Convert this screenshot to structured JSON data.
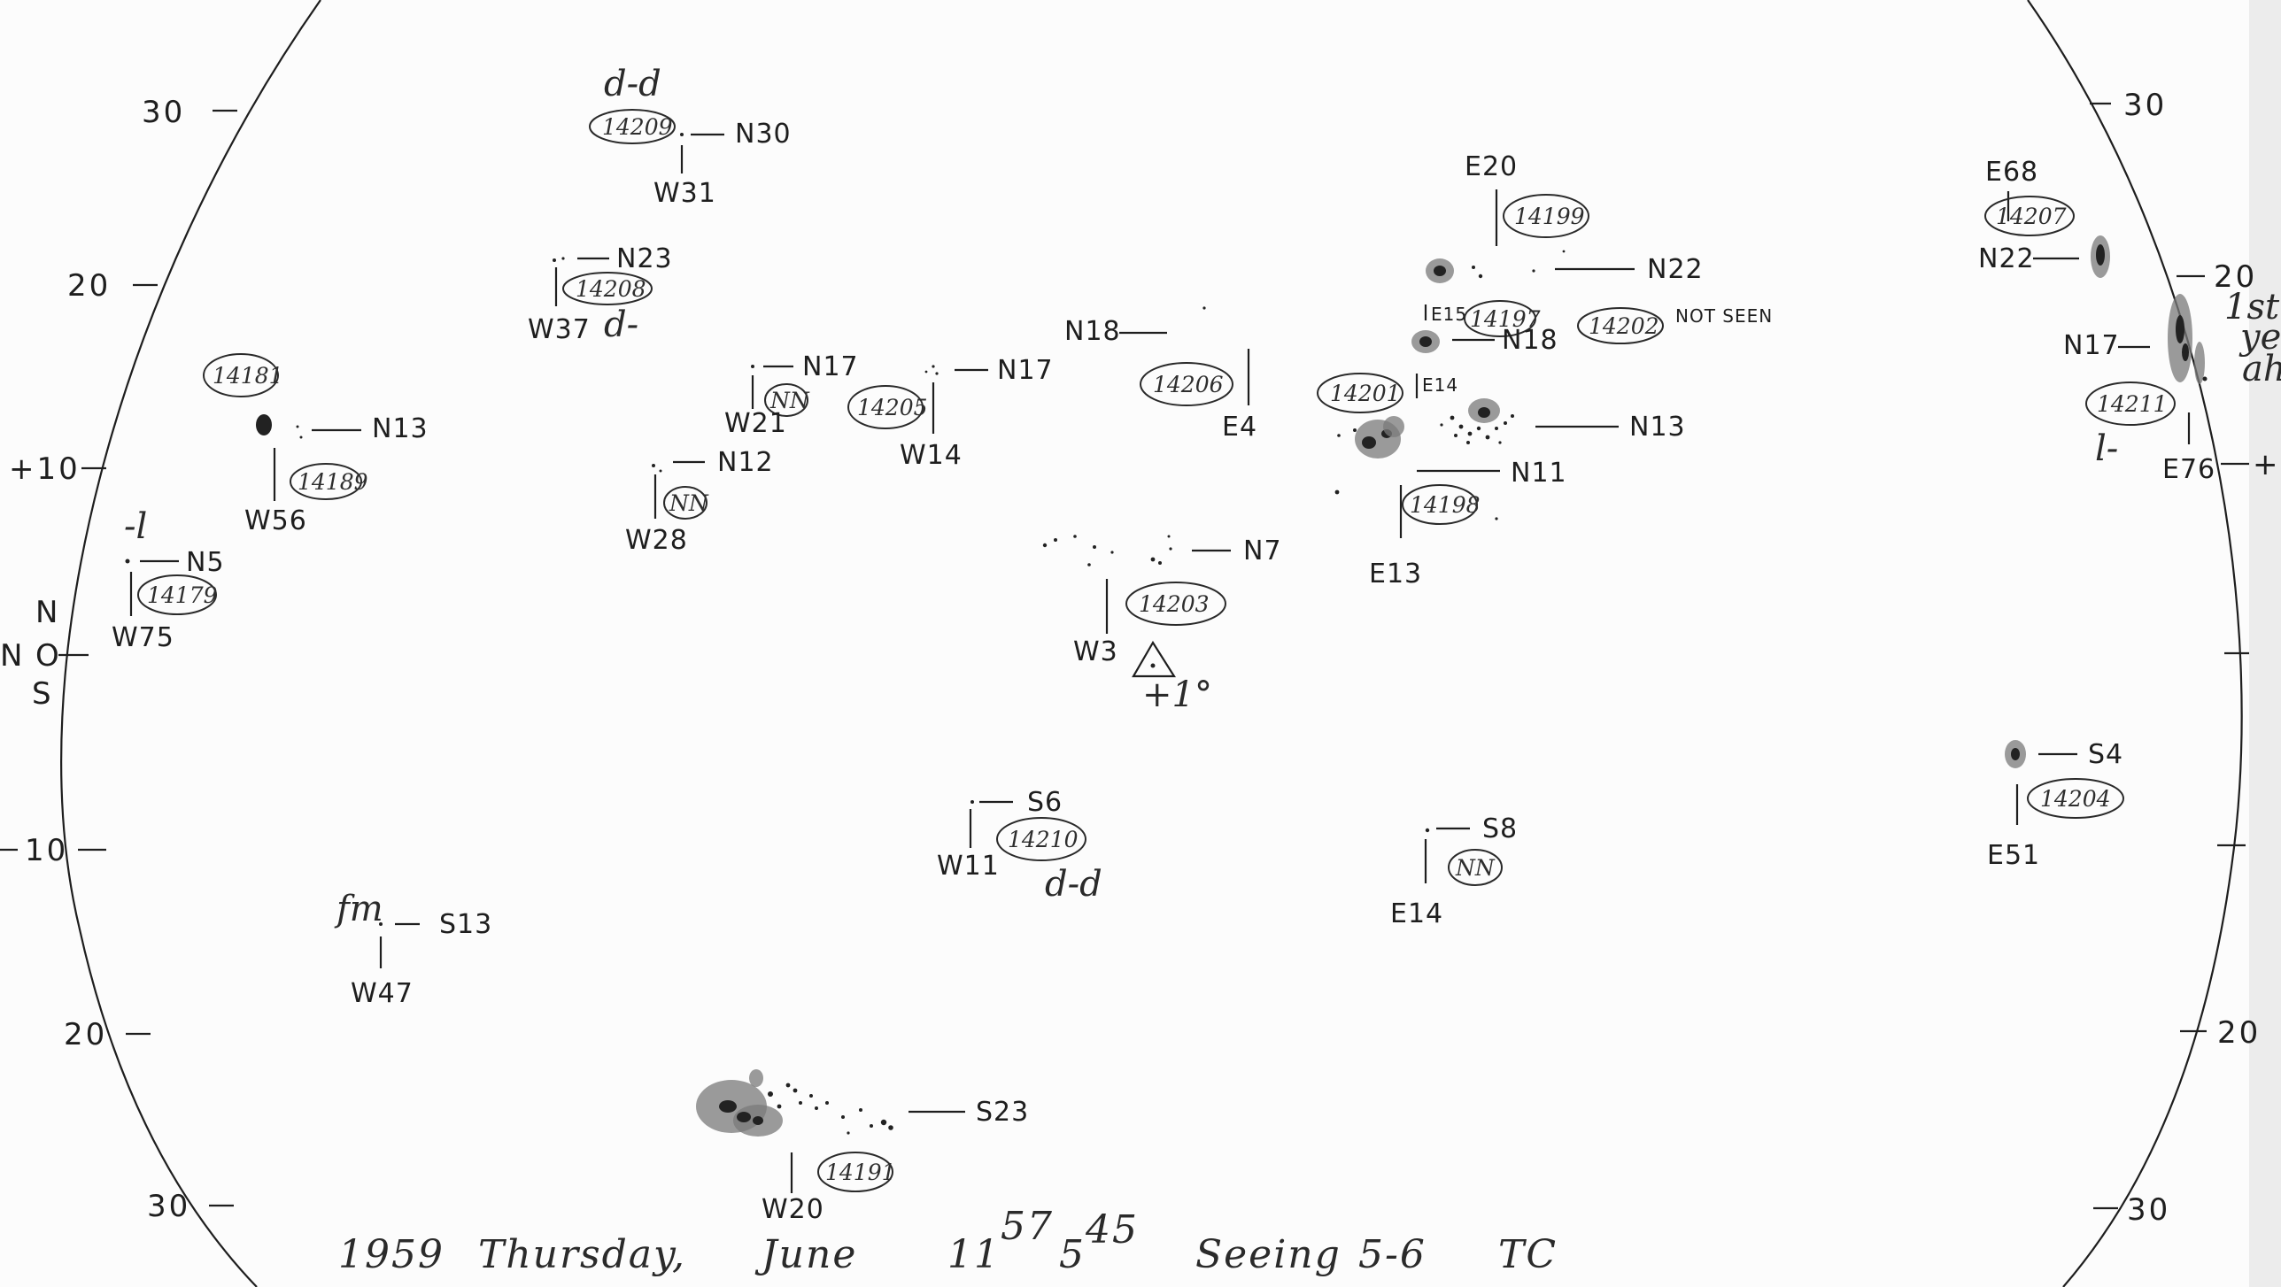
{
  "footer": {
    "year": "1959",
    "day": "Thursday,",
    "month": "June",
    "time_ut": "11",
    "time_ut_min": "57",
    "time2": "5",
    "time2_min": "45",
    "seeing_label": "Seeing",
    "seeing_value": "5-6",
    "observer": "TC"
  },
  "axis": {
    "left": [
      "30",
      "20",
      "+10",
      "10",
      "20",
      "30"
    ],
    "right": [
      "30",
      "20",
      "+",
      "20",
      "30"
    ],
    "equator": {
      "n": "N",
      "o": "O",
      "s": "S"
    }
  },
  "groups": [
    {
      "id": "g14209",
      "region": "14209",
      "lat": "N30",
      "lon": "W31",
      "note": "d-d"
    },
    {
      "id": "g14208",
      "region": "14208",
      "lat": "N23",
      "lon": "W37",
      "note": "d-"
    },
    {
      "id": "g14181",
      "region": "14181",
      "lat": "N13",
      "lon": "W56",
      "region2": "14189"
    },
    {
      "id": "g14179",
      "region": "14179",
      "lat": "N5",
      "lon": "W75",
      "note": "-l"
    },
    {
      "id": "gNN1",
      "region": "NN",
      "lat": "N17",
      "lon": "W21"
    },
    {
      "id": "g14205",
      "region": "14205",
      "lat": "N17",
      "lon": "W14"
    },
    {
      "id": "gNN2",
      "region": "NN",
      "lat": "N12",
      "lon": "W28"
    },
    {
      "id": "g14206",
      "region": "14206",
      "lat": "N18",
      "lon": "E4"
    },
    {
      "id": "g14203",
      "region": "14203",
      "lat": "N7",
      "lon": "W3"
    },
    {
      "id": "g14199",
      "region": "14199",
      "lat": "N22",
      "lon": "E20"
    },
    {
      "id": "g14197",
      "region": "14197",
      "lat": "N18",
      "lon": "E15"
    },
    {
      "id": "g14202",
      "region": "14202",
      "note": "NOT SEEN"
    },
    {
      "id": "g14201",
      "region": "14201",
      "lat": "N13",
      "lon": "E14"
    },
    {
      "id": "g14198",
      "region": "14198",
      "lat": "N11",
      "lon": "E13"
    },
    {
      "id": "g14207",
      "region": "14207",
      "lat": "N22",
      "lon": "E68"
    },
    {
      "id": "g14211",
      "region": "14211",
      "lat": "N17",
      "lon": "E76",
      "note": "l-"
    },
    {
      "id": "g14210",
      "region": "14210",
      "lat": "S6",
      "lon": "W11",
      "note": "d-d"
    },
    {
      "id": "gNN3",
      "region": "NN",
      "lat": "S8",
      "lon": "E14"
    },
    {
      "id": "g14204",
      "region": "14204",
      "lat": "S4",
      "lon": "E51"
    },
    {
      "id": "gfm",
      "lat": "S13",
      "lon": "W47",
      "note": "fm"
    },
    {
      "id": "g14191",
      "region": "14191",
      "lat": "S23",
      "lon": "W20"
    }
  ],
  "center_mark": {
    "label": "+1°"
  },
  "edge_note": {
    "line1": "1st",
    "line2": "ye",
    "line3": "ah"
  }
}
